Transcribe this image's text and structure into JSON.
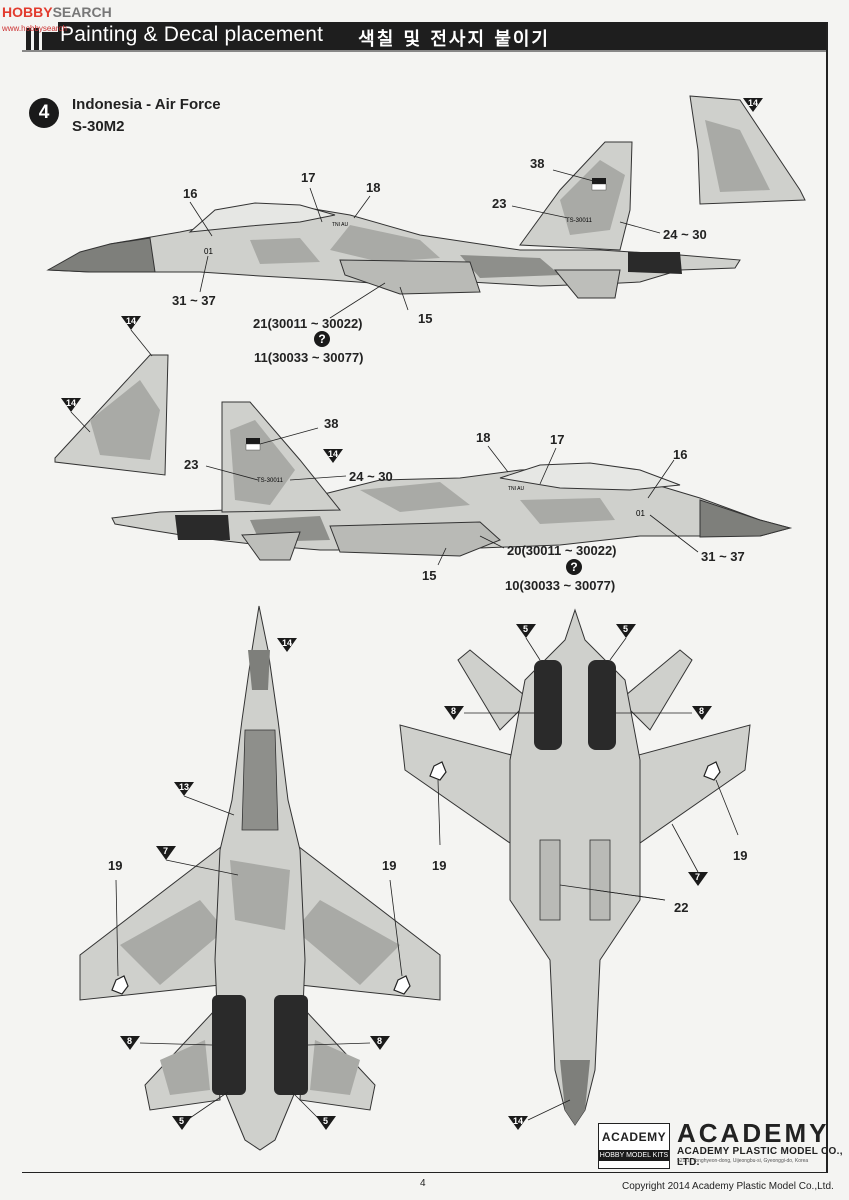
{
  "header": {
    "watermark_main": "HOBBY",
    "watermark_rest": "SEARCH",
    "watermark_sub": "www.hobbysearch",
    "title_en": "Painting & Decal placement",
    "title_kr": "색칠 및 전사지 붙이기"
  },
  "scheme": {
    "number": "4",
    "country": "Indonesia - Air Force",
    "model": "S-30M2"
  },
  "side_top_labels": {
    "l16": "16",
    "l17": "17",
    "l18": "18",
    "l38": "38",
    "l23": "23",
    "l24_30": "24 ~ 30",
    "l31_37": "31 ~ 37",
    "l15": "15",
    "l21": "21(30011 ~ 30022)",
    "l11": "11(30033 ~ 30077)",
    "serial": "TS-30011",
    "tni": "TNI AU",
    "code": "01"
  },
  "side_bottom_labels": {
    "l38": "38",
    "l23": "23",
    "l24_30": "24 ~ 30",
    "l18": "18",
    "l17": "17",
    "l16": "16",
    "l31_37": "31 ~ 37",
    "l15": "15",
    "l20": "20(30011 ~ 30022)",
    "l10": "10(30033 ~ 30077)",
    "serial": "TS-30011",
    "tni": "TNI AU",
    "code": "01"
  },
  "plan_labels": {
    "l19a": "19",
    "l19b": "19",
    "l19c": "19",
    "l19d": "19",
    "l22": "22"
  },
  "triangle_markers": {
    "t14": "14",
    "t13": "13",
    "t7": "7",
    "t8": "8",
    "t5": "5"
  },
  "footer": {
    "page": "4",
    "copyright": "Copyright 2014 Academy Plastic Model Co.,Ltd.",
    "logo_top": "ACADEMY",
    "logo_bottom": "HOBBY MODEL KITS",
    "brand": "ACADEMY",
    "brand_sub": "ACADEMY PLASTIC MODEL CO., LTD.",
    "brand_addr": "521-1, Yonghyeon-dong, Uijeongbu-si, Gyeonggi-do, Korea"
  },
  "colors": {
    "camo_light": "#cfd0cc",
    "camo_mid": "#a9aaa6",
    "camo_dark": "#8e8f8b",
    "nose": "#7e7f7b",
    "engine": "#2a2a2a",
    "header": "#1e1e1e"
  }
}
